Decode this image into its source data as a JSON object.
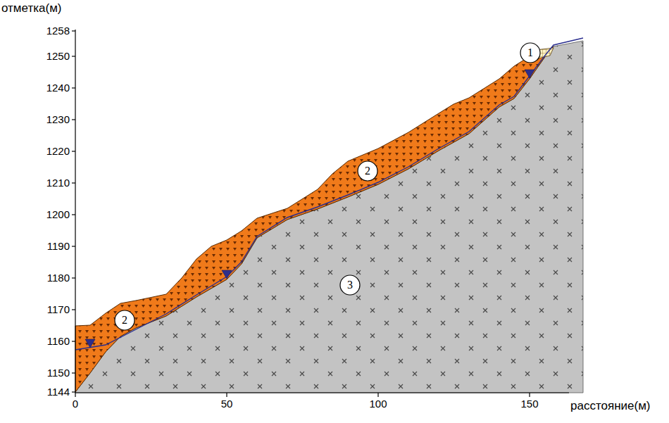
{
  "diagram": {
    "nodes": [
      {
        "text": [
          "1"
        ]
      },
      {
        "text": [
          "2"
        ]
      },
      {
        "text": [
          "3"
        ]
      },
      {
        "text": [
          "2"
        ]
      }
    ],
    "labels": [
      "отметка(м)",
      "1258",
      "1250",
      "1240",
      "1230",
      "1220",
      "1210",
      "1200",
      "1190",
      "1180",
      "1170",
      "1160",
      "1150",
      "1144",
      "0",
      "50",
      "100",
      "150",
      "расстояние(м)"
    ]
  }
}
